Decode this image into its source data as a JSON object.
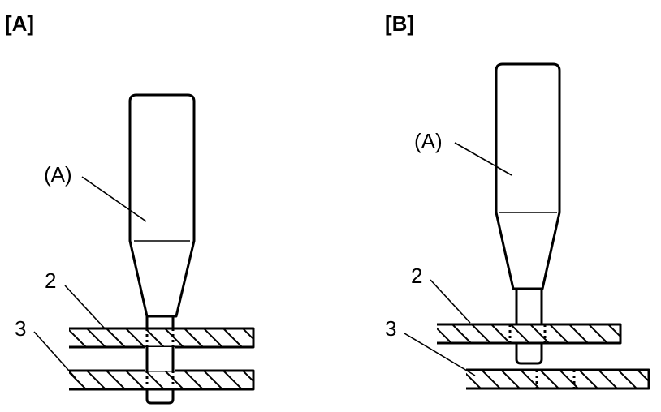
{
  "panels": [
    {
      "title": "[A]",
      "tool_label": "(A)",
      "plate_upper_label": "2",
      "plate_lower_label": "3"
    },
    {
      "title": "[B]",
      "tool_label": "(A)",
      "plate_upper_label": "2",
      "plate_lower_label": "3"
    }
  ]
}
